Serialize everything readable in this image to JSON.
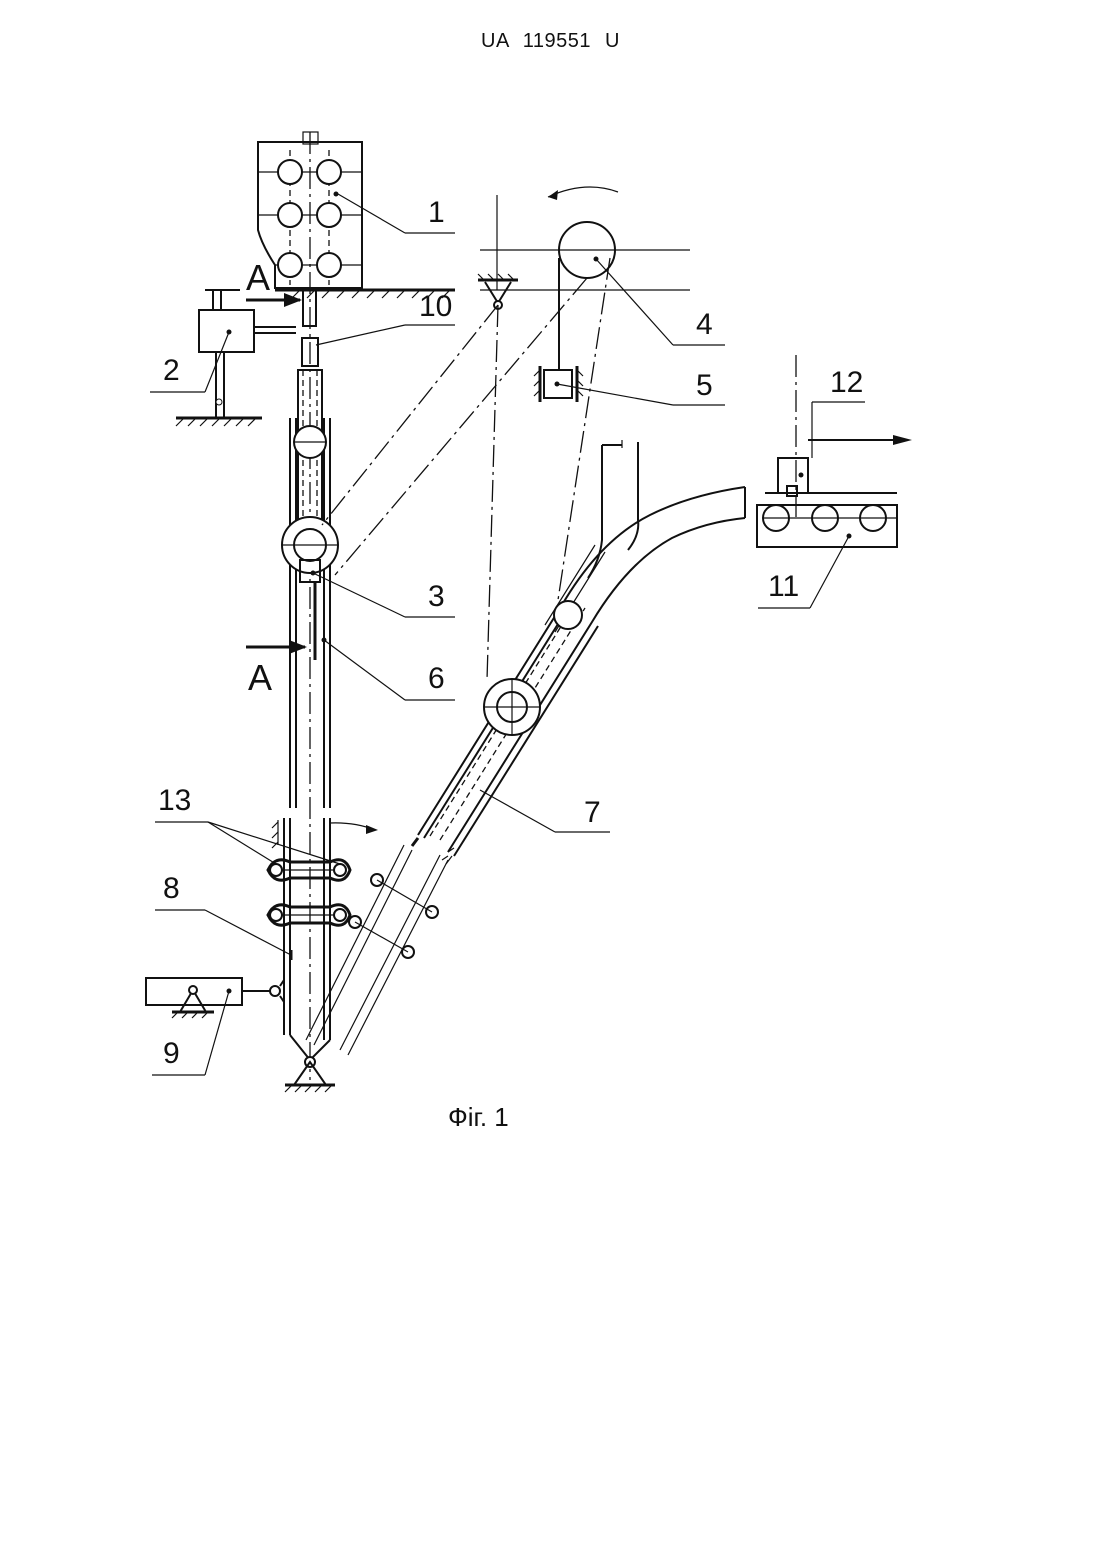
{
  "header": {
    "patent_number": "UA   119551   U"
  },
  "figure": {
    "caption": "Фіг. 1"
  },
  "labels": {
    "l1": "1",
    "l2": "2",
    "l3": "3",
    "l4": "4",
    "l5": "5",
    "l6": "6",
    "l7": "7",
    "l8": "8",
    "l9": "9",
    "l10": "10",
    "l11": "11",
    "l12": "12",
    "l13": "13",
    "sectionA_top": "A",
    "sectionA_bottom": "A"
  }
}
